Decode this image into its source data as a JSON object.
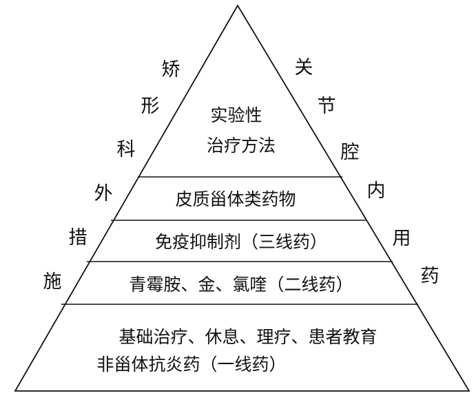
{
  "pyramid": {
    "tiers": [
      {
        "id": "top",
        "lines": [
          "实验性",
          "治疗方法"
        ]
      },
      {
        "id": "tier2",
        "lines": [
          "皮质甾体类药物"
        ]
      },
      {
        "id": "tier3",
        "lines": [
          "免疫抑制剂（三线药）"
        ]
      },
      {
        "id": "tier4",
        "lines": [
          "青霉胺、金、氯喹（二线药）"
        ]
      },
      {
        "id": "base",
        "lines": [
          "基础治疗、休息、理疗、患者教育",
          "非甾体抗炎药（一线药）"
        ]
      }
    ],
    "left_label": [
      "矫",
      "形",
      "科",
      "外",
      "措",
      "施"
    ],
    "right_label": [
      "关",
      "节",
      "腔",
      "内",
      "用",
      "药"
    ]
  },
  "colors": {
    "line": "#111111",
    "text": "#111111",
    "background": "#ffffff"
  }
}
